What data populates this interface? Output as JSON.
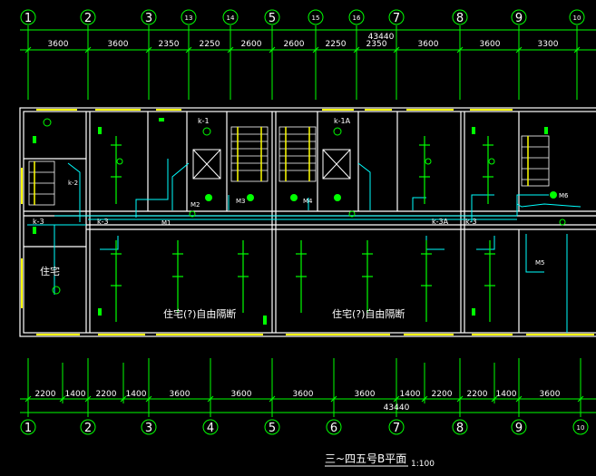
{
  "drawing": {
    "title": "三~四五号B平面",
    "scale": "1:100",
    "total_dim_top": "43440",
    "total_dim_bottom": "43440",
    "colors": {
      "background": "#000000",
      "dimension": "#00ff00",
      "wall": "#ffffff",
      "window": "#ffff00",
      "wiring": "#00ffff",
      "fixture": "#00ff00",
      "label": "#ffffff"
    }
  },
  "axes_top": [
    "1",
    "2",
    "3",
    "13",
    "14",
    "5",
    "15",
    "16",
    "7",
    "8",
    "9",
    "10"
  ],
  "axes_bottom": [
    "1",
    "2",
    "3",
    "4",
    "5",
    "6",
    "7",
    "8",
    "9",
    "10"
  ],
  "dims_top": [
    "3600",
    "3600",
    "2350",
    "2250",
    "2600",
    "2600",
    "2250",
    "2350",
    "3600",
    "3600",
    "3300"
  ],
  "dims_bottom": [
    "2200",
    "1400",
    "2200",
    "1400",
    "3600",
    "3600",
    "3600",
    "3600",
    "1400",
    "2200",
    "2200",
    "1400",
    "3600"
  ],
  "rooms": {
    "left_room": "住宅",
    "center_left": "住宅(?)自由隔断",
    "center_right": "住宅(?)自由隔断"
  },
  "tags": {
    "k1": "k-1",
    "k1a": "k-1A",
    "k3_left": "k-3",
    "k3_center": "k-3",
    "k3a": "k-3A",
    "k3_right": "k-3",
    "k2_left": "k-2",
    "m1": "M1",
    "m2": "M2",
    "m3": "M3",
    "m4": "M4",
    "m5": "M5",
    "m6": "M6"
  }
}
